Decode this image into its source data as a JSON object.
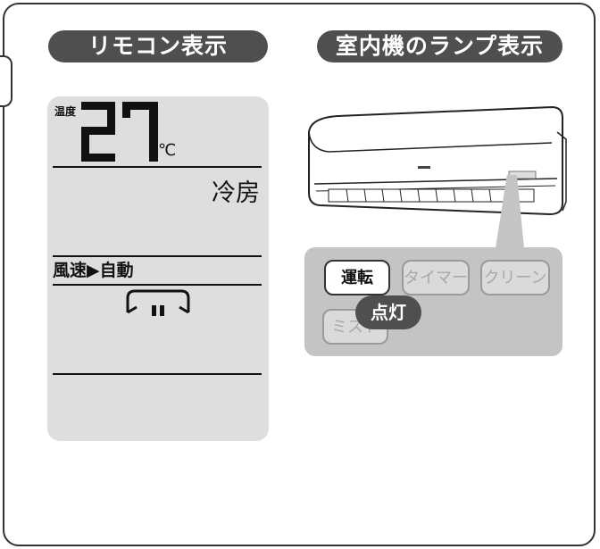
{
  "titles": {
    "remote": "リモコン表示",
    "lamp": "室内機のランプ表示"
  },
  "remote_lcd": {
    "temp_label": "温度",
    "temperature": "27",
    "unit": "℃",
    "mode": "冷房",
    "fan_label": "風速▶自動"
  },
  "lamp_panel": {
    "buttons": [
      {
        "label": "運転",
        "state": "on"
      },
      {
        "label": "タイマー",
        "state": "off"
      },
      {
        "label": "クリーン",
        "state": "off"
      },
      {
        "label": "ミスト",
        "state": "off"
      }
    ],
    "callout": "点灯"
  },
  "colors": {
    "title_bg": "#4f4f4f",
    "lcd_bg": "#dedede",
    "panel_bg": "#c4c4c4"
  }
}
